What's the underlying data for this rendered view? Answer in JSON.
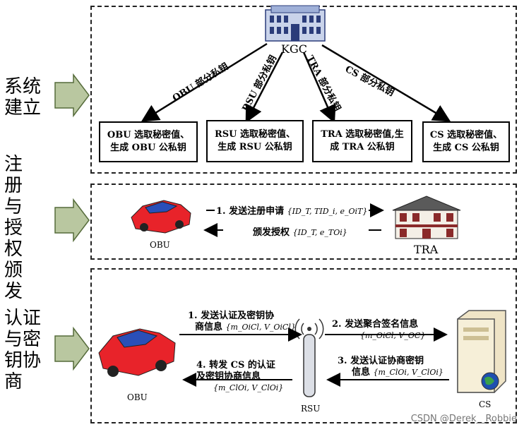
{
  "stages": {
    "setup": "系统建立",
    "register": "注册与授权颁发",
    "auth": "认证与密钥协商"
  },
  "setup": {
    "kgc": "KGC",
    "edge_obu": "OBU 部分私钥",
    "edge_rsu": "RSU 部分私钥",
    "edge_tra": "TRA 部分私钥",
    "edge_cs": "CS 部分私钥",
    "box_obu": "OBU 选取秘密值、生成 OBU 公私钥",
    "box_rsu": "RSU 选取秘密值、生成 RSU 公私钥",
    "box_tra": "TRA 选取秘密值,生成 TRA 公私钥",
    "box_cs": "CS 选取秘密值、生成 CS 公私钥"
  },
  "register": {
    "obu": "OBU",
    "tra": "TRA",
    "msg1": "1. 发送注册申请",
    "msg1_params": "{ID_T, TID_i, e_OiT}",
    "msg2": "颁发授权",
    "msg2_params": "{ID_T, e_TOi}"
  },
  "auth": {
    "obu": "OBU",
    "rsu": "RSU",
    "cs": "CS",
    "msg1_line1": "1. 发送认证及密钥协",
    "msg1_line2": "商信息",
    "msg1_params": "{m_OiCl, V_OiCl}",
    "msg2": "2. 发送聚合签名信息",
    "msg2_params": "{m_OiCl, V_OC}",
    "msg3_line1": "3. 发送认证协商密钥",
    "msg3_line2": "信息",
    "msg3_params": "{m_ClOi, V_ClOi}",
    "msg4_line1": "4. 转发 CS 的认证",
    "msg4_line2": "及密钥协商信息",
    "msg4_params": "{m_ClOi, V_ClOi}"
  },
  "watermark": "CSDN @Derek__Robbie",
  "colors": {
    "car_body": "#e8232a",
    "car_roof": "#2a4fb8",
    "arrow_fill": "#b9c7a0"
  }
}
